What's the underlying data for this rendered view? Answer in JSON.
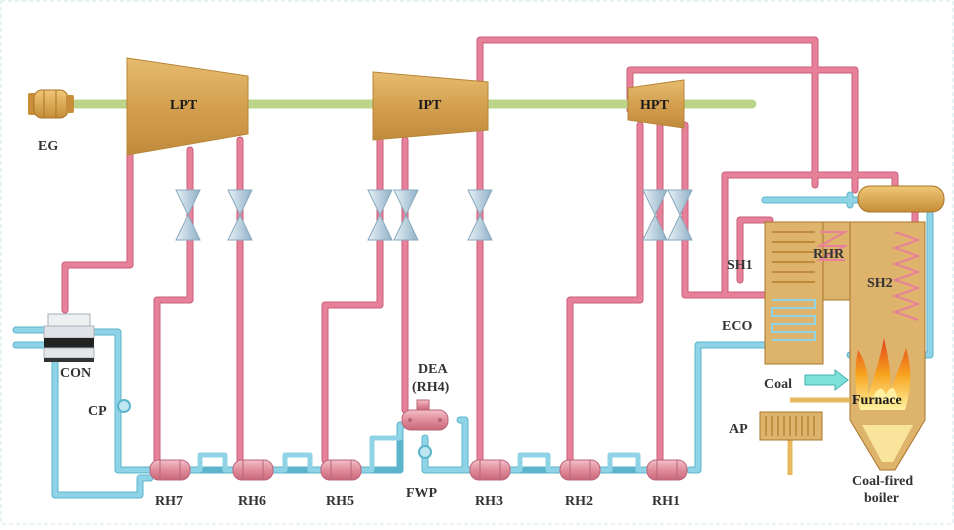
{
  "equipment": {
    "generator": "EG",
    "lp_turbine": "LPT",
    "ip_turbine": "IPT",
    "hp_turbine": "HPT",
    "condenser": "CON",
    "condensate_pump": "CP",
    "deaerator_line1": "DEA",
    "deaerator_line2": "(RH4)",
    "feedwater_pump": "FWP",
    "air_preheater": "AP"
  },
  "heaters": [
    "RH7",
    "RH6",
    "RH5",
    "RH3",
    "RH2",
    "RH1"
  ],
  "boiler": {
    "superheater1": "SH1",
    "reheater": "RHR",
    "superheater2": "SH2",
    "economizer": "ECO",
    "coal": "Coal",
    "furnace": "Furnace",
    "name_line1": "Coal-fired",
    "name_line2": "boiler"
  },
  "colors": {
    "steam_pipe": "#e7819a",
    "water_pipe": "#8fd3e6",
    "turbine": "#d9a95a",
    "shaft": "#bcd48a",
    "heater": "#e8a0ac",
    "valve": "#a9c4d6",
    "boiler_body": "#deb36b",
    "flame": "#f28a1e"
  }
}
